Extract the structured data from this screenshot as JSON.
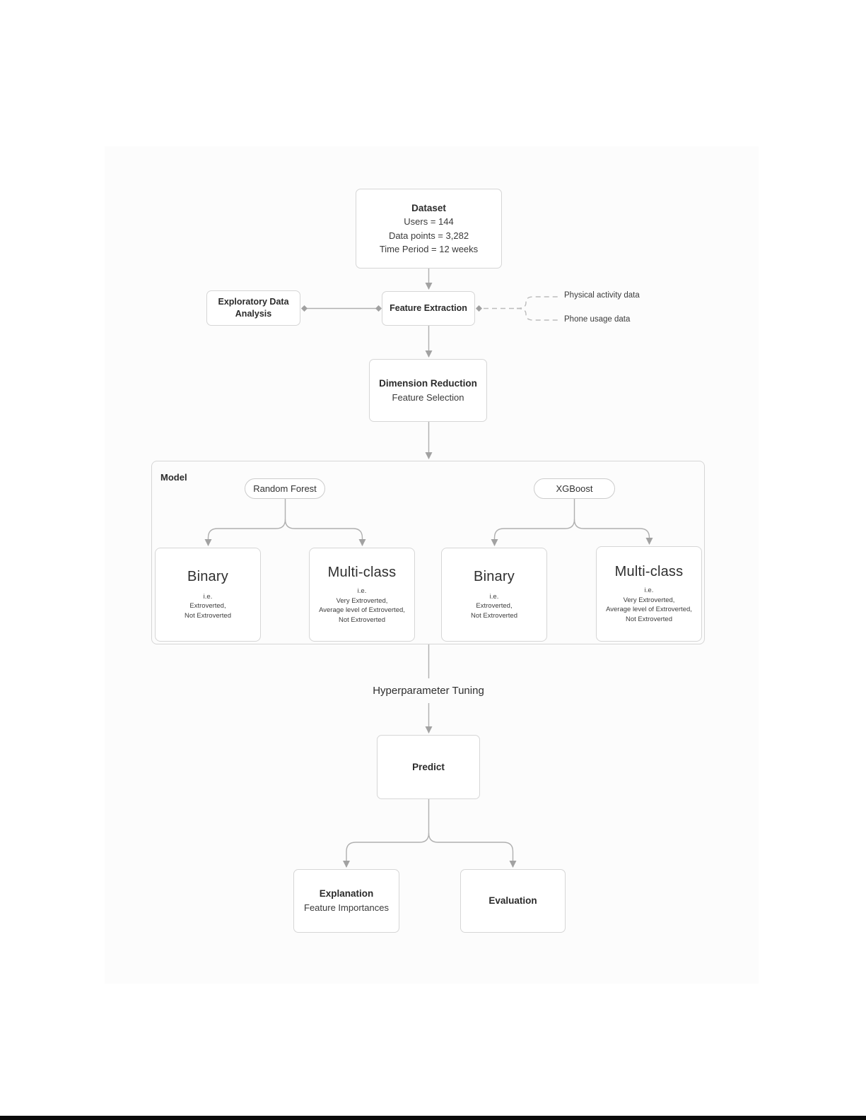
{
  "colors": {
    "line": "#b0b0b0",
    "dashed_line": "#bcbcbc",
    "arrowhead": "#a2a2a2",
    "diamond": "#a0a0a0",
    "box_border": "#d6d6d6",
    "text": "#333333",
    "canvas": "#fcfcfc",
    "bottom_bar": "#0a0a0a"
  },
  "dataset": {
    "title": "Dataset",
    "line1": "Users = 144",
    "line2": "Data points = 3,282",
    "line3": "Time Period = 12 weeks"
  },
  "eda": {
    "line1": "Exploratory Data",
    "line2": "Analysis"
  },
  "feature_extraction": {
    "label": "Feature Extraction"
  },
  "data_sources": {
    "physical": "Physical activity data",
    "phone": "Phone usage data"
  },
  "dimension_reduction": {
    "title": "Dimension Reduction",
    "subtitle": "Feature Selection"
  },
  "model_section": {
    "label": "Model",
    "random_forest": "Random Forest",
    "xgboost": "XGBoost"
  },
  "rf_binary": {
    "title": "Binary",
    "note1": "i.e.",
    "note2": "Extroverted,",
    "note3": "Not Extroverted"
  },
  "rf_multiclass": {
    "title": "Multi-class",
    "note1": "i.e.",
    "note2": "Very Extroverted,",
    "note3": "Average level of Extroverted,",
    "note4": "Not Extroverted"
  },
  "xgb_binary": {
    "title": "Binary",
    "note1": "i.e.",
    "note2": "Extroverted,",
    "note3": "Not Extroverted"
  },
  "xgb_multiclass": {
    "title": "Multi-class",
    "note1": "i.e.",
    "note2": "Very Extroverted,",
    "note3": "Average level of Extroverted,",
    "note4": "Not Extroverted"
  },
  "hyperparameter_tuning": {
    "label": "Hyperparameter Tuning"
  },
  "predict": {
    "label": "Predict"
  },
  "explanation": {
    "title": "Explanation",
    "subtitle": "Feature Importances"
  },
  "evaluation": {
    "title": "Evaluation"
  }
}
